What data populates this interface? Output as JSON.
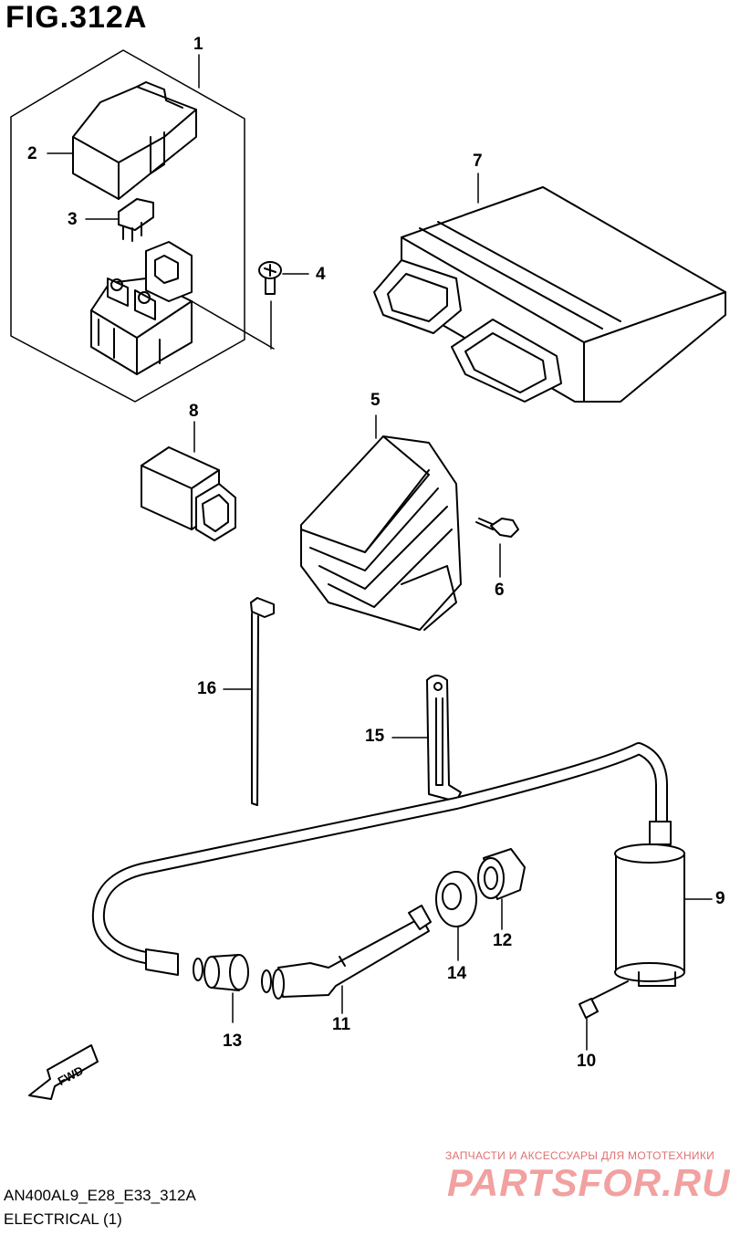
{
  "figure": {
    "title": "FIG.312A"
  },
  "callouts": {
    "c1": "1",
    "c2": "2",
    "c3": "3",
    "c4": "4",
    "c5": "5",
    "c6": "6",
    "c7": "7",
    "c8": "8",
    "c9": "9",
    "c10": "10",
    "c11": "11",
    "c12": "12",
    "c13": "13",
    "c14": "14",
    "c15": "15",
    "c16": "16"
  },
  "fwd_label": "FWD",
  "footer": {
    "code": "AN400AL9_E28_E33_312A",
    "name": "ELECTRICAL (1)"
  },
  "watermark": {
    "tagline": "ЗАПЧАСТИ И АКСЕССУАРЫ ДЛЯ МОТОТЕХНИКИ",
    "logo": "PARTSFOR.RU"
  }
}
